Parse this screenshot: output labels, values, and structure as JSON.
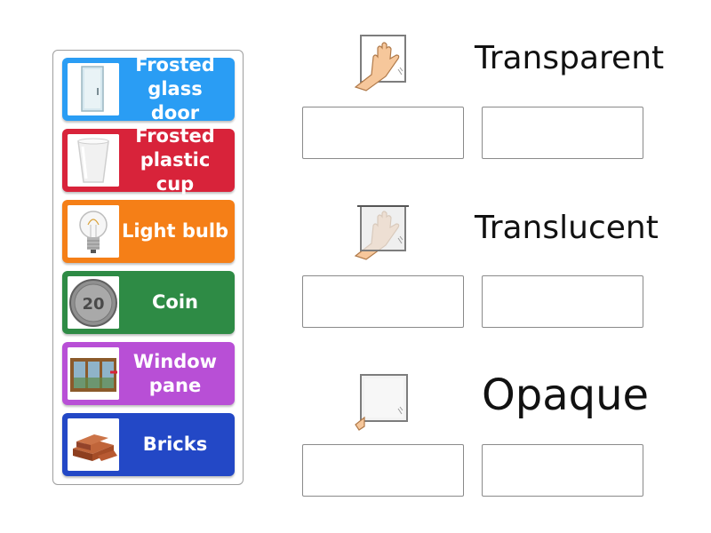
{
  "tiles": [
    {
      "label": "Frosted glass door",
      "color": "#2a9df4",
      "icon": "frosted-glass-door-icon"
    },
    {
      "label": "Frosted plastic cup",
      "color": "#d8233a",
      "icon": "plastic-cup-icon"
    },
    {
      "label": "Light bulb",
      "color": "#f57f17",
      "icon": "light-bulb-icon"
    },
    {
      "label": "Coin",
      "color": "#2e8b45",
      "icon": "coin-icon"
    },
    {
      "label": "Window pane",
      "color": "#b84fd6",
      "icon": "window-pane-icon"
    },
    {
      "label": "Bricks",
      "color": "#2348c6",
      "icon": "bricks-icon"
    }
  ],
  "categories": [
    {
      "title": "Transparent",
      "icon": "hand-behind-clear-glass-icon"
    },
    {
      "title": "Translucent",
      "icon": "hand-behind-frosted-glass-icon"
    },
    {
      "title": "Opaque",
      "icon": "hand-behind-opaque-board-icon"
    }
  ]
}
